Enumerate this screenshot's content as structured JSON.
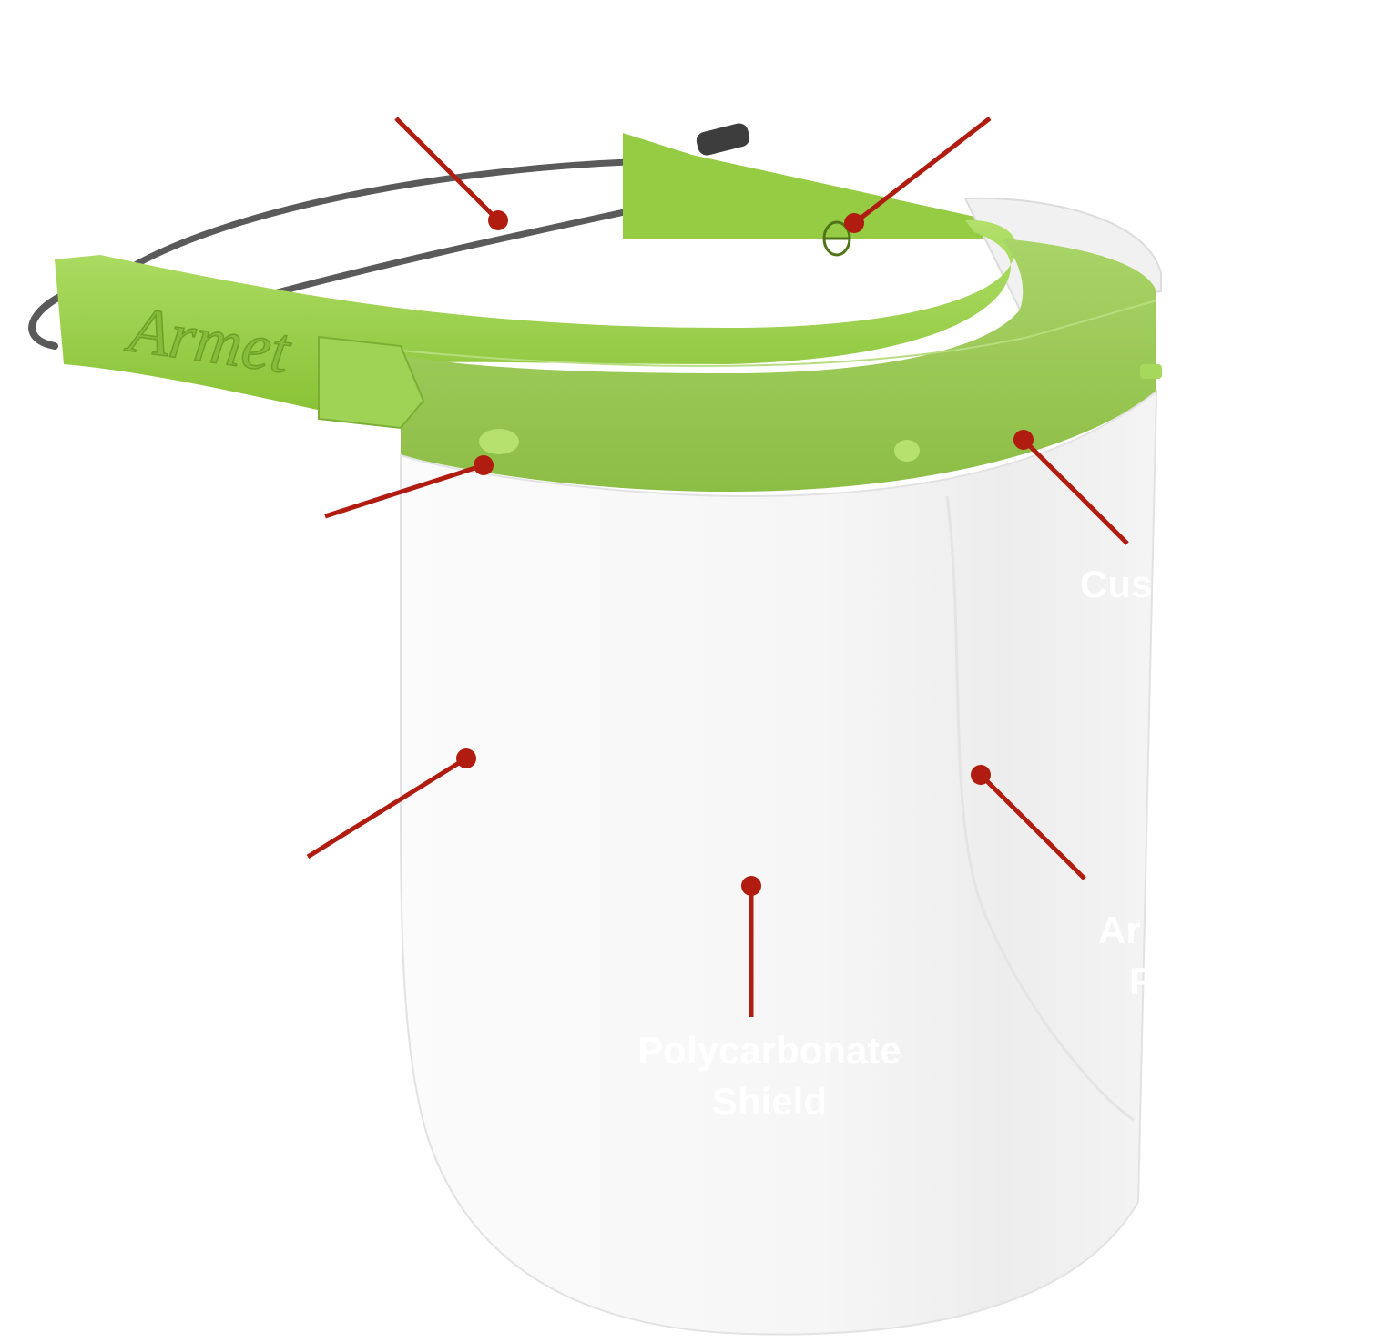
{
  "image": {
    "subject": "face-shield",
    "brand_mark": "Armet",
    "colors": {
      "frame_green": "#8cc63f",
      "frame_green_light": "#a6d95b",
      "frame_green_dark": "#6f9f25",
      "shield_tint": "#f2f2f2",
      "elastic_cord": "#555555",
      "callout_red": "#b01c10",
      "label_text": "#ffffff"
    }
  },
  "callouts": {
    "shield": {
      "line1": "Polycarbonate",
      "line2": "Shield"
    },
    "cushion": {
      "line1": "Cus"
    },
    "antifog": {
      "line1": "Ar",
      "line2": "F"
    }
  }
}
